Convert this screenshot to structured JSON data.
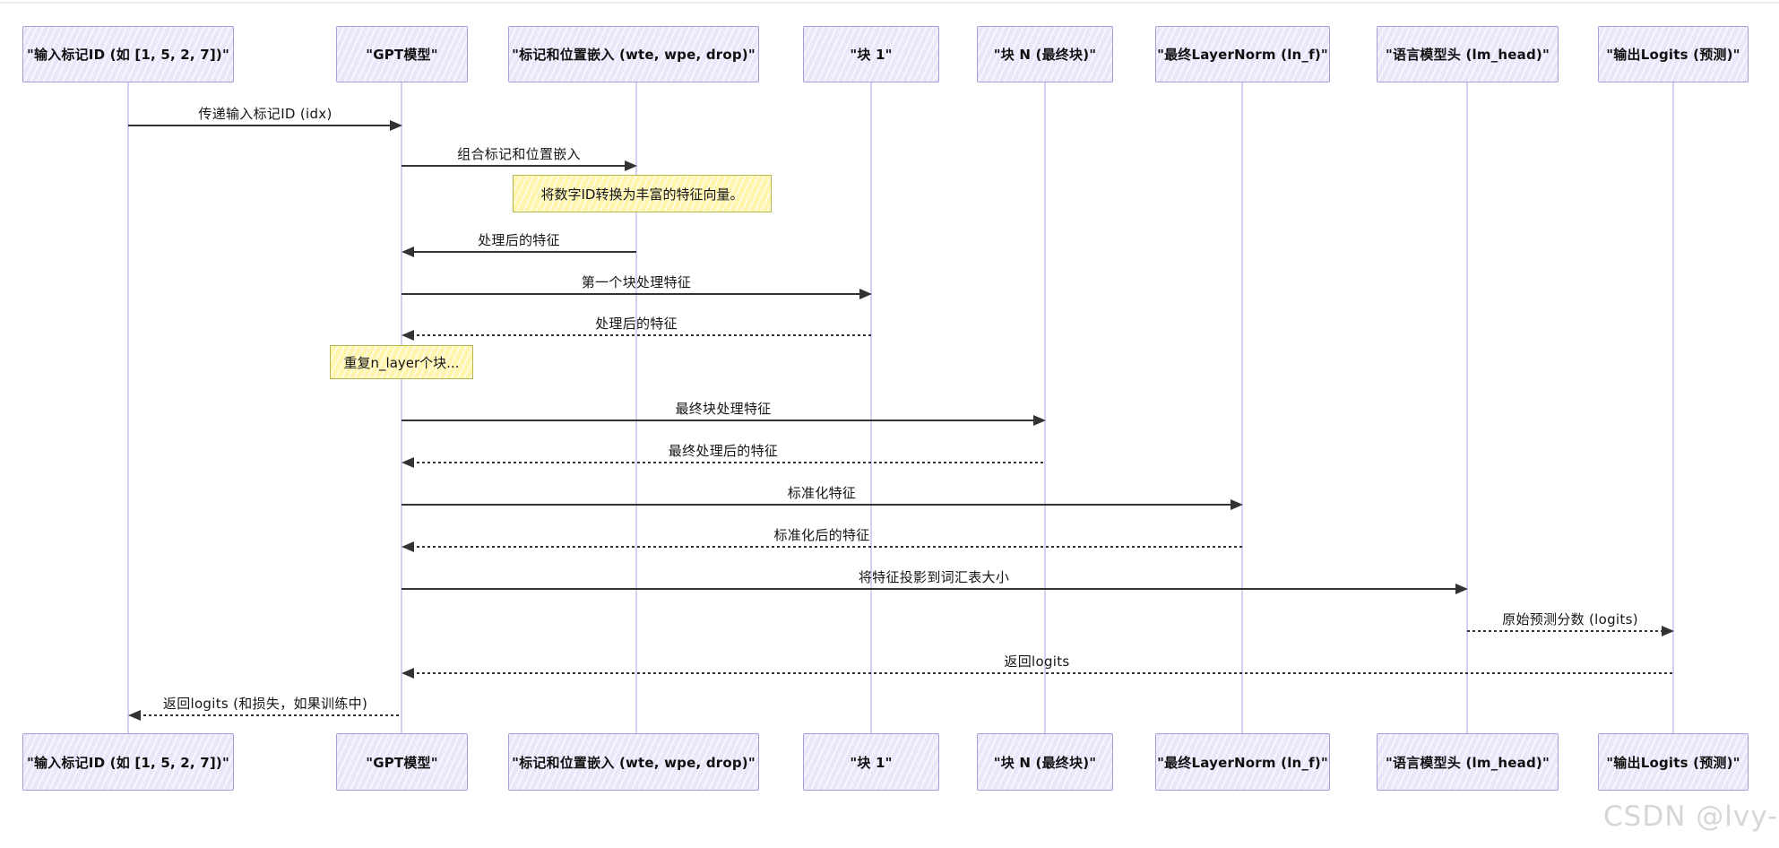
{
  "diagram": {
    "type": "sequence-diagram",
    "participants": [
      {
        "label": "\"输入标记ID (如 [1, 5, 2, 7])\""
      },
      {
        "label": "\"GPT模型\""
      },
      {
        "label": "\"标记和位置嵌入 (wte, wpe, drop)\""
      },
      {
        "label": "\"块 1\""
      },
      {
        "label": "\"块 N (最终块)\""
      },
      {
        "label": "\"最终LayerNorm (ln_f)\""
      },
      {
        "label": "\"语言模型头 (lm_head)\""
      },
      {
        "label": "\"输出Logits (预测)\""
      }
    ],
    "arrows": [
      {
        "text": "传递输入标记ID (idx)",
        "from": 0,
        "to": 1,
        "style": "solid"
      },
      {
        "text": "组合标记和位置嵌入",
        "from": 1,
        "to": 2,
        "style": "solid"
      },
      {
        "text": "处理后的特征",
        "from": 2,
        "to": 1,
        "style": "solid"
      },
      {
        "text": "第一个块处理特征",
        "from": 1,
        "to": 3,
        "style": "solid"
      },
      {
        "text": "处理后的特征",
        "from": 3,
        "to": 1,
        "style": "dashed"
      },
      {
        "text": "最终块处理特征",
        "from": 1,
        "to": 4,
        "style": "solid"
      },
      {
        "text": "最终处理后的特征",
        "from": 4,
        "to": 1,
        "style": "dashed"
      },
      {
        "text": "标准化特征",
        "from": 1,
        "to": 5,
        "style": "solid"
      },
      {
        "text": "标准化后的特征",
        "from": 5,
        "to": 1,
        "style": "dashed"
      },
      {
        "text": "将特征投影到词汇表大小",
        "from": 1,
        "to": 6,
        "style": "solid"
      },
      {
        "text": "原始预测分数 (logits)",
        "from": 6,
        "to": 7,
        "style": "dashed"
      },
      {
        "text": "返回logits",
        "from": 7,
        "to": 1,
        "style": "dashed"
      },
      {
        "text": "返回logits (和损失，如果训练中)",
        "from": 1,
        "to": 0,
        "style": "dashed"
      }
    ],
    "notes": [
      {
        "text": "将数字ID转换为丰富的特征向量。",
        "over": 2
      },
      {
        "text": "重复n_layer个块...",
        "over": 1
      }
    ],
    "colors": {
      "actor_fill": "#e9e8fb",
      "actor_border": "#ab9cd9",
      "lifeline": "#d7cef3",
      "note_fill": "#fff5ad",
      "note_border": "#b6b44e",
      "arrow": "#333333",
      "watermark": "#d6d6d6"
    }
  },
  "watermark": "CSDN @lvy-"
}
